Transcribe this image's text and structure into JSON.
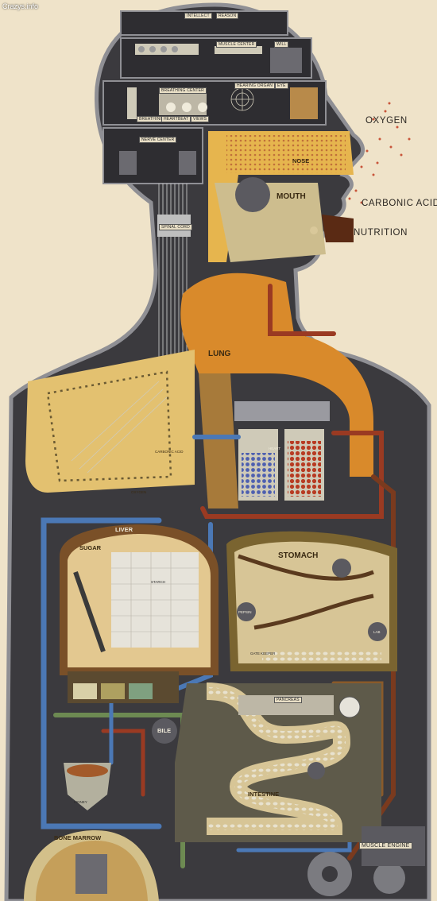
{
  "watermark": "Crazys.info",
  "outer_labels": {
    "oxygen": "OXYGEN",
    "carbonic_acid": "CARBONIC ACID",
    "nutrition": "NUTRITION"
  },
  "head_rooms": {
    "intellect": "INTELLECT",
    "reason": "REASON",
    "will": "WILL",
    "muscle_center": "MUSCLE CENTER",
    "hearing_organ": "HEARING ORGAN",
    "eye": "EYE",
    "breathing_center": "BREATHING CENTER",
    "breathing": "BREATHING",
    "heartbeat": "HEARTBEAT",
    "views": "VIEWS",
    "nerve_center": "NERVE CENTER",
    "spinal_cord": "SPINAL CORD"
  },
  "organs": {
    "nose": "NOSE",
    "mouth": "MOUTH",
    "lung": "LUNG",
    "heart": "HEART",
    "liver": "LIVER",
    "sugar": "SUGAR",
    "starch": "STARCH",
    "stomach": "STOMACH",
    "pepsin": "PEPSIN",
    "lab": "LAB",
    "gate_keeper": "GATE KEEPER",
    "pancreas": "PANCREAS",
    "bile": "BILE",
    "intestine": "INTESTINE",
    "kidney": "KIDNEY",
    "bone_marrow": "BONE MARROW",
    "muscle_engine": "MUSCLE ENGINE",
    "carbonic_acid_small": "CARBONIC ACID",
    "oxygen_small": "OXYGEN"
  },
  "colors": {
    "background": "#efe3c9",
    "body_fill": "#3b3a3e",
    "body_outline": "#8f8f94",
    "lung_orange": "#d98a2b",
    "organ_tan": "#d9c89a",
    "blood_red": "#9a3a22",
    "vein_blue": "#4b78b5",
    "bile_green": "#6d8a52"
  }
}
